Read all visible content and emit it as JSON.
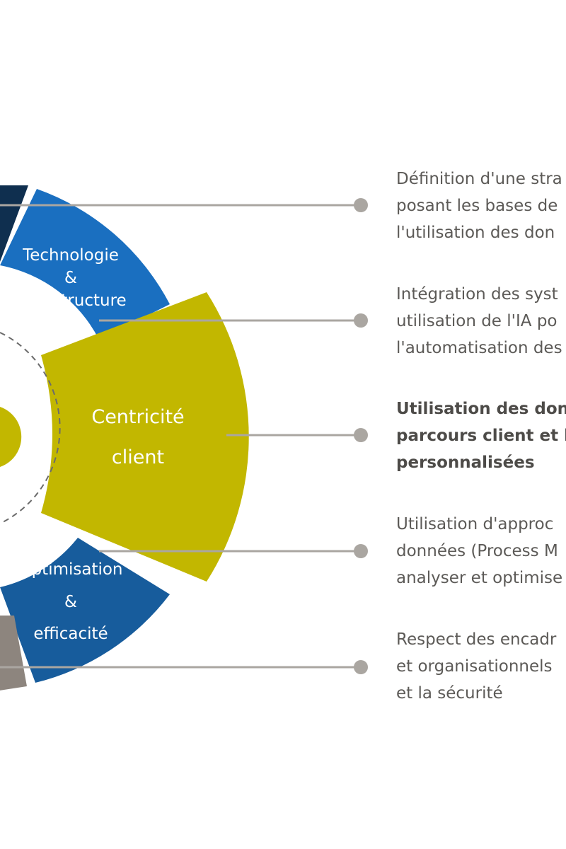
{
  "colors": {
    "navy": "#0f2f4f",
    "blue_light": "#1a6fc0",
    "blue_dark": "#175c9c",
    "olive": "#c2b700",
    "taupe": "#8d857e",
    "connector": "#aaa6a1",
    "dashed": "#6b6b6b"
  },
  "segments": {
    "technology": {
      "lines": [
        "Technologie",
        "&",
        "Infrastructure"
      ]
    },
    "customer": {
      "lines": [
        "Centricité",
        "client"
      ]
    },
    "optimisation": {
      "lines": [
        "Optimisation",
        "&",
        "efficacité"
      ]
    }
  },
  "descriptions": [
    {
      "lines": [
        "Définition d'une stra",
        "posant les bases de",
        "l'utilisation des don"
      ],
      "bold": false
    },
    {
      "lines": [
        "Intégration des syst",
        "utilisation de l'IA po",
        "l'automatisation des"
      ],
      "bold": false
    },
    {
      "lines": [
        "Utilisation des don",
        "parcours client et l",
        "personnalisées"
      ],
      "bold": true
    },
    {
      "lines": [
        "Utilisation d'approc",
        "données (Process M",
        "analyser et optimise"
      ],
      "bold": false
    },
    {
      "lines": [
        "Respect des encadr",
        "et organisationnels",
        "et la sécurité"
      ],
      "bold": false
    }
  ]
}
